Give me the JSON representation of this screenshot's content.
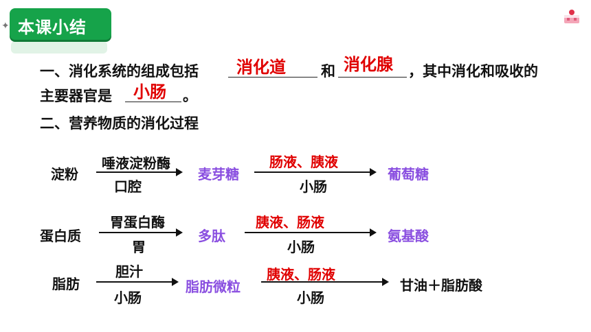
{
  "title": "本课小结",
  "summary": {
    "line1_prefix": "一、消化系统的组成包括",
    "answer1": "消化道",
    "line1_mid": "和",
    "answer2": "消化腺",
    "line1_suffix": "，其中消化和吸收的",
    "line2_prefix": "主要器官是",
    "answer3": "小肠",
    "line2_suffix": "。",
    "section2": "二、营养物质的消化过程"
  },
  "processes": {
    "starch": {
      "substance": "淀粉",
      "enzyme1": "唾液淀粉酶",
      "place1": "口腔",
      "intermediate": "麦芽糖",
      "enzyme2": "肠液、胰液",
      "place2": "小肠",
      "product": "葡萄糖"
    },
    "protein": {
      "substance": "蛋白质",
      "enzyme1": "胃蛋白酶",
      "place1": "胃",
      "intermediate": "多肽",
      "enzyme2": "胰液、肠液",
      "place2": "小肠",
      "product": "氨基酸"
    },
    "fat": {
      "substance": "脂肪",
      "enzyme1": "胆汁",
      "place1": "小肠",
      "intermediate": "脂肪微粒",
      "enzyme2": "胰液、肠液",
      "place2": "小肠",
      "product": "甘油＋脂肪酸"
    }
  },
  "colors": {
    "title_bg": "#16a34a",
    "answer": "#e00000",
    "intermediate": "#8a4fe0"
  }
}
